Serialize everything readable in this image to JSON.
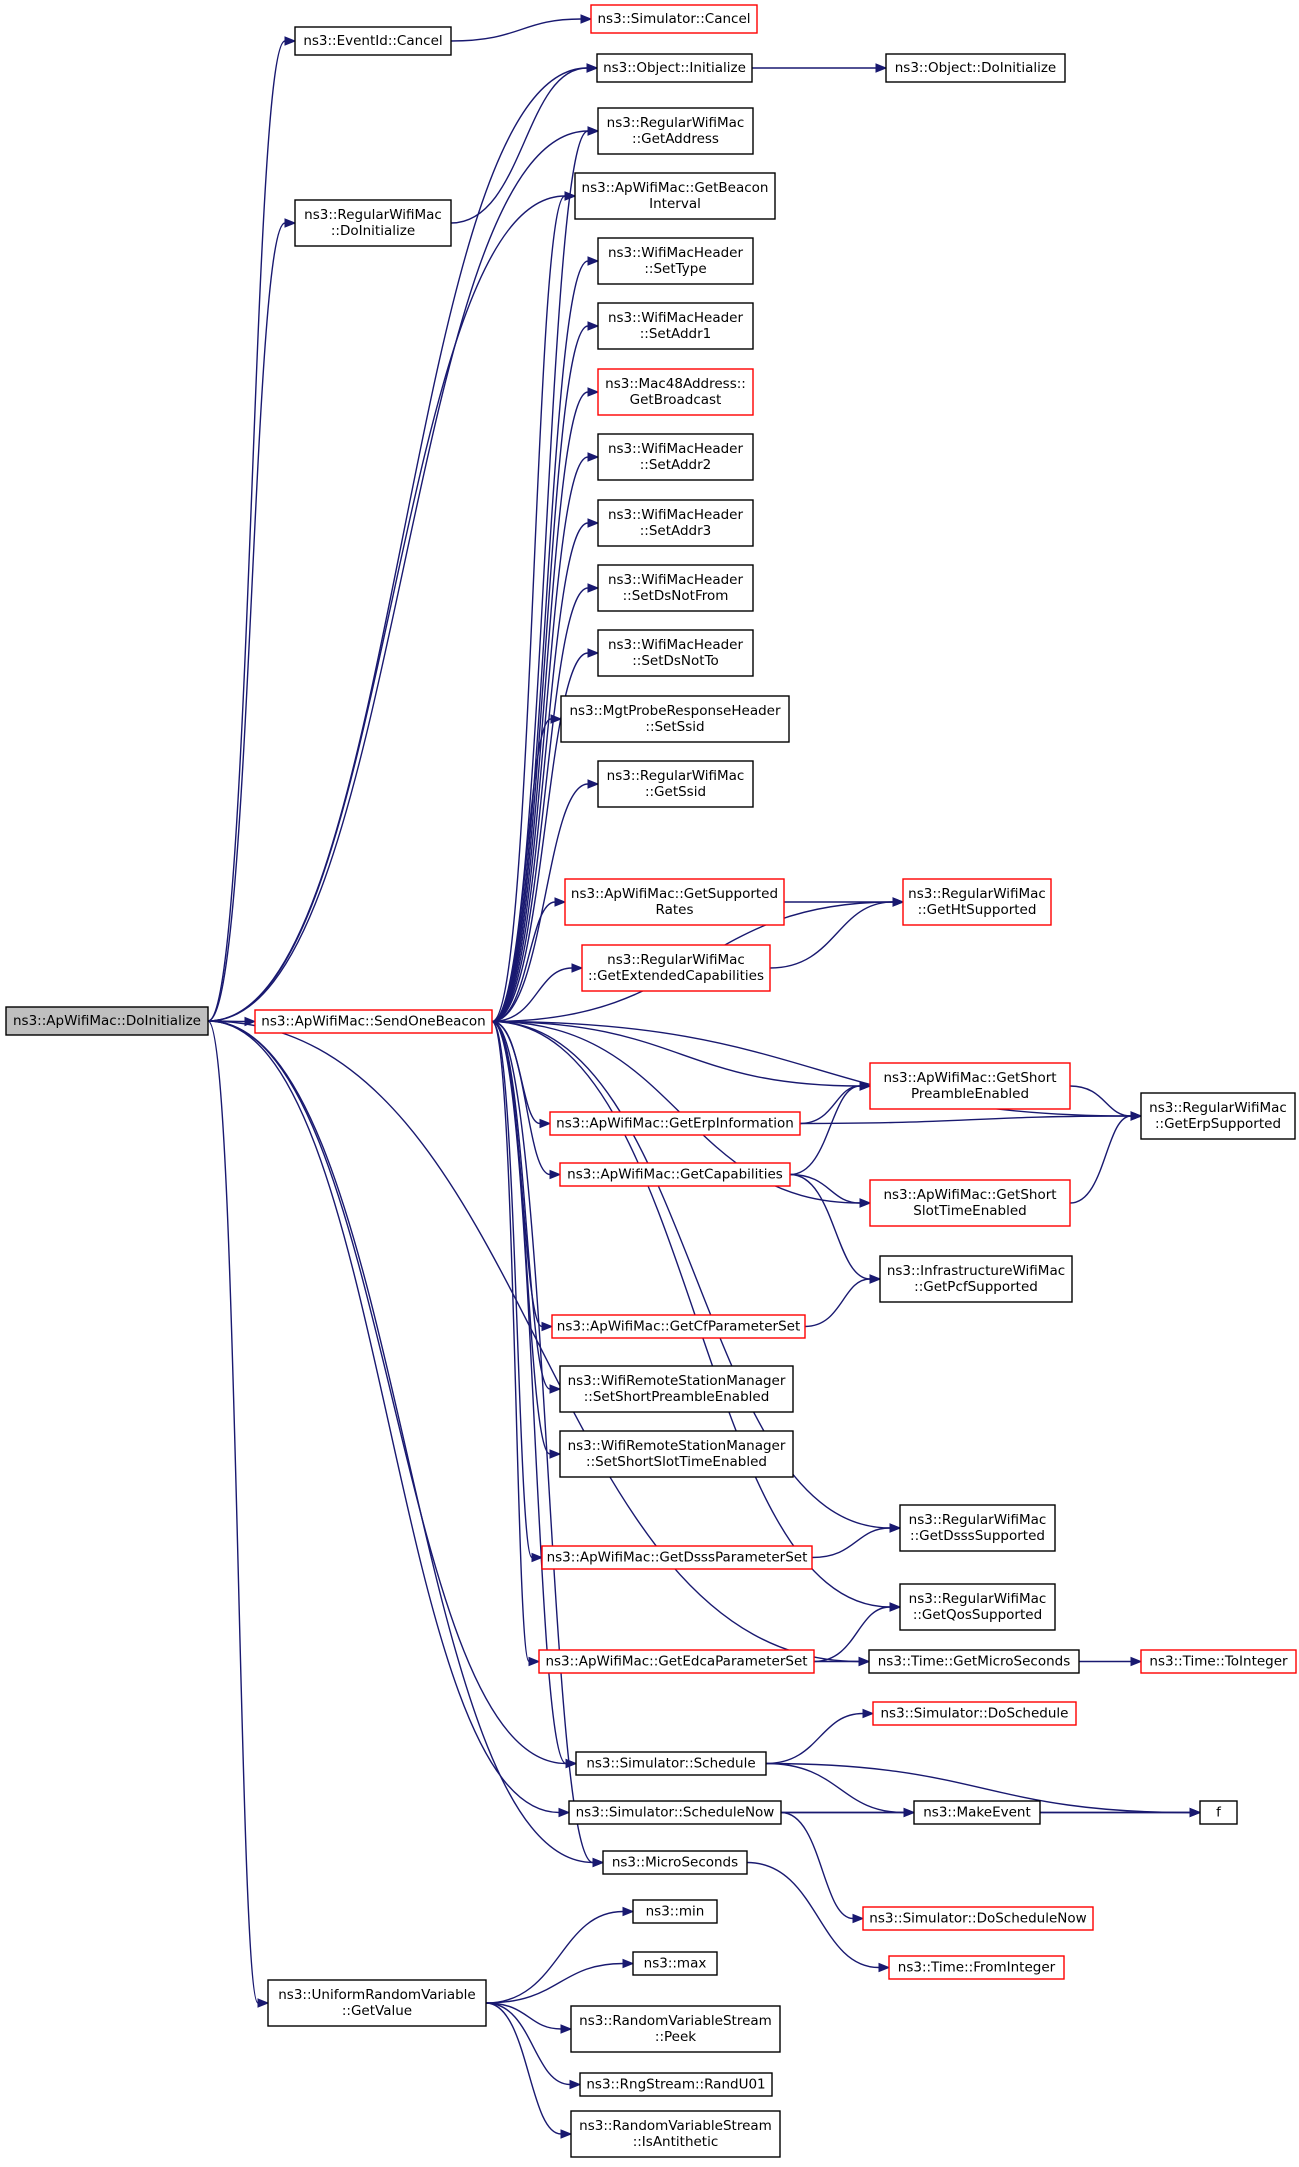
{
  "nodes": [
    {
      "id": "root",
      "lines": [
        "ns3::ApWifiMac::DoInitialize"
      ],
      "style": "root"
    },
    {
      "id": "eventid_cancel",
      "lines": [
        "ns3::EventId::Cancel"
      ],
      "style": "black"
    },
    {
      "id": "sim_cancel",
      "lines": [
        "ns3::Simulator::Cancel"
      ],
      "style": "red"
    },
    {
      "id": "obj_initialize",
      "lines": [
        "ns3::Object::Initialize"
      ],
      "style": "black"
    },
    {
      "id": "obj_doinit",
      "lines": [
        "ns3::Object::DoInitialize"
      ],
      "style": "black"
    },
    {
      "id": "rwm_doinit",
      "lines": [
        "ns3::RegularWifiMac",
        "::DoInitialize"
      ],
      "style": "black"
    },
    {
      "id": "rwm_getaddress",
      "lines": [
        "ns3::RegularWifiMac",
        "::GetAddress"
      ],
      "style": "black"
    },
    {
      "id": "ap_getbeacon",
      "lines": [
        "ns3::ApWifiMac::GetBeacon",
        "Interval"
      ],
      "style": "black"
    },
    {
      "id": "hdr_settype",
      "lines": [
        "ns3::WifiMacHeader",
        "::SetType"
      ],
      "style": "black"
    },
    {
      "id": "hdr_setaddr1",
      "lines": [
        "ns3::WifiMacHeader",
        "::SetAddr1"
      ],
      "style": "black"
    },
    {
      "id": "mac48_bcast",
      "lines": [
        "ns3::Mac48Address::",
        "GetBroadcast"
      ],
      "style": "red"
    },
    {
      "id": "hdr_setaddr2",
      "lines": [
        "ns3::WifiMacHeader",
        "::SetAddr2"
      ],
      "style": "black"
    },
    {
      "id": "hdr_setaddr3",
      "lines": [
        "ns3::WifiMacHeader",
        "::SetAddr3"
      ],
      "style": "black"
    },
    {
      "id": "hdr_setdsnotfrom",
      "lines": [
        "ns3::WifiMacHeader",
        "::SetDsNotFrom"
      ],
      "style": "black"
    },
    {
      "id": "hdr_setdsnotto",
      "lines": [
        "ns3::WifiMacHeader",
        "::SetDsNotTo"
      ],
      "style": "black"
    },
    {
      "id": "probe_setssid",
      "lines": [
        "ns3::MgtProbeResponseHeader",
        "::SetSsid"
      ],
      "style": "black"
    },
    {
      "id": "rwm_getssid",
      "lines": [
        "ns3::RegularWifiMac",
        "::GetSsid"
      ],
      "style": "black"
    },
    {
      "id": "ap_getsuprates",
      "lines": [
        "ns3::ApWifiMac::GetSupported",
        "Rates"
      ],
      "style": "red"
    },
    {
      "id": "rwm_getht",
      "lines": [
        "ns3::RegularWifiMac",
        "::GetHtSupported"
      ],
      "style": "red"
    },
    {
      "id": "rwm_getextcap",
      "lines": [
        "ns3::RegularWifiMac",
        "::GetExtendedCapabilities"
      ],
      "style": "red"
    },
    {
      "id": "ap_sendonebeacon",
      "lines": [
        "ns3::ApWifiMac::SendOneBeacon"
      ],
      "style": "red"
    },
    {
      "id": "ap_getshortpre",
      "lines": [
        "ns3::ApWifiMac::GetShort",
        "PreambleEnabled"
      ],
      "style": "red"
    },
    {
      "id": "rwm_geterp",
      "lines": [
        "ns3::RegularWifiMac",
        "::GetErpSupported"
      ],
      "style": "black"
    },
    {
      "id": "ap_geterpinfo",
      "lines": [
        "ns3::ApWifiMac::GetErpInformation"
      ],
      "style": "red"
    },
    {
      "id": "ap_getcaps",
      "lines": [
        "ns3::ApWifiMac::GetCapabilities"
      ],
      "style": "red"
    },
    {
      "id": "ap_getshortslot",
      "lines": [
        "ns3::ApWifiMac::GetShort",
        "SlotTimeEnabled"
      ],
      "style": "red"
    },
    {
      "id": "infra_getpcf",
      "lines": [
        "ns3::InfrastructureWifiMac",
        "::GetPcfSupported"
      ],
      "style": "black"
    },
    {
      "id": "ap_getcfparam",
      "lines": [
        "ns3::ApWifiMac::GetCfParameterSet"
      ],
      "style": "red"
    },
    {
      "id": "wrsm_setshortpre",
      "lines": [
        "ns3::WifiRemoteStationManager",
        "::SetShortPreambleEnabled"
      ],
      "style": "black"
    },
    {
      "id": "wrsm_setshortslot",
      "lines": [
        "ns3::WifiRemoteStationManager",
        "::SetShortSlotTimeEnabled"
      ],
      "style": "black"
    },
    {
      "id": "rwm_getdsss",
      "lines": [
        "ns3::RegularWifiMac",
        "::GetDsssSupported"
      ],
      "style": "black"
    },
    {
      "id": "ap_getdsssparam",
      "lines": [
        "ns3::ApWifiMac::GetDsssParameterSet"
      ],
      "style": "red"
    },
    {
      "id": "rwm_getqos",
      "lines": [
        "ns3::RegularWifiMac",
        "::GetQosSupported"
      ],
      "style": "black"
    },
    {
      "id": "ap_getedcaparam",
      "lines": [
        "ns3::ApWifiMac::GetEdcaParameterSet"
      ],
      "style": "red"
    },
    {
      "id": "time_getmicro",
      "lines": [
        "ns3::Time::GetMicroSeconds"
      ],
      "style": "black"
    },
    {
      "id": "time_tointeger",
      "lines": [
        "ns3::Time::ToInteger"
      ],
      "style": "red"
    },
    {
      "id": "sim_doschedule",
      "lines": [
        "ns3::Simulator::DoSchedule"
      ],
      "style": "red"
    },
    {
      "id": "sim_schedule",
      "lines": [
        "ns3::Simulator::Schedule"
      ],
      "style": "black"
    },
    {
      "id": "makeevent",
      "lines": [
        "ns3::MakeEvent"
      ],
      "style": "black"
    },
    {
      "id": "f",
      "lines": [
        "f"
      ],
      "style": "black"
    },
    {
      "id": "sim_schedulenow",
      "lines": [
        "ns3::Simulator::ScheduleNow"
      ],
      "style": "black"
    },
    {
      "id": "microseconds",
      "lines": [
        "ns3::MicroSeconds"
      ],
      "style": "black"
    },
    {
      "id": "sim_doschedulenow",
      "lines": [
        "ns3::Simulator::DoScheduleNow"
      ],
      "style": "red"
    },
    {
      "id": "time_frominteger",
      "lines": [
        "ns3::Time::FromInteger"
      ],
      "style": "red"
    },
    {
      "id": "min",
      "lines": [
        "ns3::min"
      ],
      "style": "black"
    },
    {
      "id": "max",
      "lines": [
        "ns3::max"
      ],
      "style": "black"
    },
    {
      "id": "urv_getvalue",
      "lines": [
        "ns3::UniformRandomVariable",
        "::GetValue"
      ],
      "style": "black"
    },
    {
      "id": "rvs_peek",
      "lines": [
        "ns3::RandomVariableStream",
        "::Peek"
      ],
      "style": "black"
    },
    {
      "id": "rng_randu01",
      "lines": [
        "ns3::RngStream::RandU01"
      ],
      "style": "black"
    },
    {
      "id": "rvs_isantithetic",
      "lines": [
        "ns3::RandomVariableStream",
        "::IsAntithetic"
      ],
      "style": "black"
    }
  ],
  "edges": [
    [
      "root",
      "eventid_cancel"
    ],
    [
      "eventid_cancel",
      "sim_cancel"
    ],
    [
      "root",
      "obj_initialize"
    ],
    [
      "obj_initialize",
      "obj_doinit"
    ],
    [
      "root",
      "rwm_doinit"
    ],
    [
      "rwm_doinit",
      "obj_initialize"
    ],
    [
      "root",
      "rwm_getaddress"
    ],
    [
      "root",
      "ap_getbeacon"
    ],
    [
      "root",
      "ap_sendonebeacon"
    ],
    [
      "ap_sendonebeacon",
      "rwm_getaddress"
    ],
    [
      "ap_sendonebeacon",
      "ap_getbeacon"
    ],
    [
      "ap_sendonebeacon",
      "hdr_settype"
    ],
    [
      "ap_sendonebeacon",
      "hdr_setaddr1"
    ],
    [
      "ap_sendonebeacon",
      "mac48_bcast"
    ],
    [
      "ap_sendonebeacon",
      "hdr_setaddr2"
    ],
    [
      "ap_sendonebeacon",
      "hdr_setaddr3"
    ],
    [
      "ap_sendonebeacon",
      "hdr_setdsnotfrom"
    ],
    [
      "ap_sendonebeacon",
      "hdr_setdsnotto"
    ],
    [
      "ap_sendonebeacon",
      "probe_setssid"
    ],
    [
      "ap_sendonebeacon",
      "rwm_getssid"
    ],
    [
      "ap_sendonebeacon",
      "rwm_getht"
    ],
    [
      "ap_sendonebeacon",
      "ap_getsuprates"
    ],
    [
      "ap_getsuprates",
      "rwm_getht"
    ],
    [
      "ap_sendonebeacon",
      "rwm_getextcap"
    ],
    [
      "rwm_getextcap",
      "rwm_getht"
    ],
    [
      "ap_sendonebeacon",
      "rwm_geterp"
    ],
    [
      "ap_sendonebeacon",
      "ap_getshortpre"
    ],
    [
      "ap_getshortpre",
      "rwm_geterp"
    ],
    [
      "ap_sendonebeacon",
      "ap_geterpinfo"
    ],
    [
      "ap_geterpinfo",
      "ap_getshortpre"
    ],
    [
      "ap_geterpinfo",
      "rwm_geterp"
    ],
    [
      "ap_sendonebeacon",
      "ap_getcaps"
    ],
    [
      "ap_getcaps",
      "ap_getshortpre"
    ],
    [
      "ap_getcaps",
      "ap_getshortslot"
    ],
    [
      "ap_getcaps",
      "infra_getpcf"
    ],
    [
      "ap_sendonebeacon",
      "ap_getshortslot"
    ],
    [
      "ap_getshortslot",
      "rwm_geterp"
    ],
    [
      "ap_sendonebeacon",
      "ap_getcfparam"
    ],
    [
      "ap_getcfparam",
      "infra_getpcf"
    ],
    [
      "ap_sendonebeacon",
      "wrsm_setshortpre"
    ],
    [
      "ap_sendonebeacon",
      "wrsm_setshortslot"
    ],
    [
      "ap_sendonebeacon",
      "rwm_getdsss"
    ],
    [
      "ap_sendonebeacon",
      "ap_getdsssparam"
    ],
    [
      "ap_getdsssparam",
      "rwm_getdsss"
    ],
    [
      "ap_sendonebeacon",
      "rwm_getqos"
    ],
    [
      "ap_sendonebeacon",
      "ap_getedcaparam"
    ],
    [
      "ap_getedcaparam",
      "rwm_getqos"
    ],
    [
      "ap_getedcaparam",
      "time_getmicro"
    ],
    [
      "time_getmicro",
      "time_tointeger"
    ],
    [
      "root",
      "time_getmicro"
    ],
    [
      "ap_sendonebeacon",
      "sim_schedule"
    ],
    [
      "ap_sendonebeacon",
      "microseconds"
    ],
    [
      "root",
      "sim_schedule"
    ],
    [
      "sim_schedule",
      "sim_doschedule"
    ],
    [
      "sim_schedule",
      "makeevent"
    ],
    [
      "sim_schedule",
      "f"
    ],
    [
      "root",
      "sim_schedulenow"
    ],
    [
      "sim_schedulenow",
      "makeevent"
    ],
    [
      "sim_schedulenow",
      "f"
    ],
    [
      "sim_schedulenow",
      "sim_doschedulenow"
    ],
    [
      "makeevent",
      "f"
    ],
    [
      "root",
      "microseconds"
    ],
    [
      "microseconds",
      "time_frominteger"
    ],
    [
      "root",
      "urv_getvalue"
    ],
    [
      "urv_getvalue",
      "min"
    ],
    [
      "urv_getvalue",
      "max"
    ],
    [
      "urv_getvalue",
      "rvs_peek"
    ],
    [
      "urv_getvalue",
      "rng_randu01"
    ],
    [
      "urv_getvalue",
      "rvs_isantithetic"
    ]
  ]
}
